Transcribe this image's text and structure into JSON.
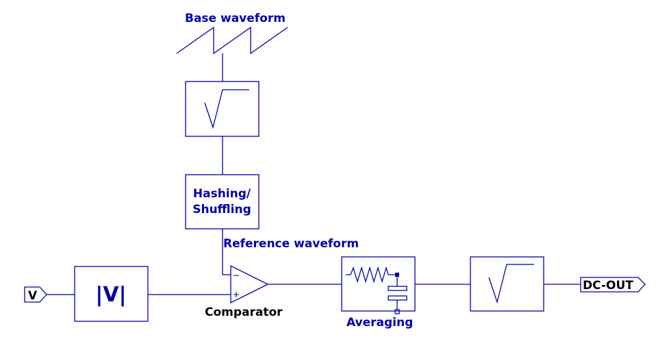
{
  "labels": {
    "base_waveform": "Base waveform",
    "hashing_line1": "Hashing/",
    "hashing_line2": "Shuffling",
    "reference_waveform": "Reference waveform",
    "comparator": "Comparator",
    "averaging": "Averaging",
    "abs_block": "|V|",
    "comparator_minus": "−",
    "comparator_plus": "+"
  },
  "ports": {
    "input": "V",
    "output": "DC-OUT"
  },
  "icons": {
    "sawtooth": "sawtooth-waveform-icon",
    "sqrt": "square-root-icon",
    "rc_filter": "rc-filter-icon",
    "comparator": "comparator-triangle-icon"
  },
  "colors": {
    "wire": "#0000a8",
    "text_blue": "#0000a8",
    "text_black": "#000000"
  }
}
